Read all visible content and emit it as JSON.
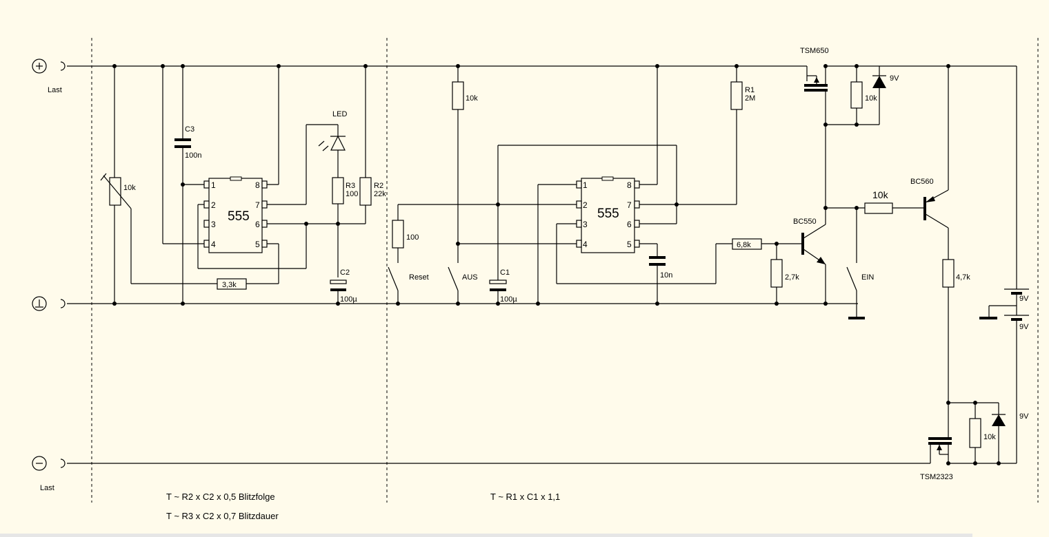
{
  "rails": {
    "plus_symbol": "+",
    "ground_symbol": "⊥",
    "minus_symbol": "−",
    "last_top": "Last",
    "last_bottom": "Last"
  },
  "ic1": {
    "name": "555",
    "pins": [
      "1",
      "2",
      "3",
      "4",
      "5",
      "6",
      "7",
      "8"
    ]
  },
  "ic2": {
    "name": "555",
    "pins": [
      "1",
      "2",
      "3",
      "4",
      "5",
      "6",
      "7",
      "8"
    ]
  },
  "components": {
    "pot": "10k",
    "c3_name": "C3",
    "c3_value": "100n",
    "led": "LED",
    "r3_name": "R3",
    "r3_value": "100",
    "r2_name": "R2",
    "r2_value": "22k",
    "r_33": "3,3k",
    "c2_name": "C2",
    "c2_value": "100µ",
    "r_10k_a": "10k",
    "r_100": "100",
    "reset": "Reset",
    "aus": "AUS",
    "c1_name": "C1",
    "c1_value": "100µ",
    "c_10n": "10n",
    "r1_name": "R1",
    "r1_value": "2M",
    "tsm650": "TSM650",
    "r_10k_b": "10k",
    "z_9v_a": "9V",
    "bc550": "BC550",
    "r_68": "6,8k",
    "r_27": "2,7k",
    "ein": "EIN",
    "r_10k_c": "10k",
    "bc560": "BC560",
    "r_47": "4,7k",
    "batt_9v_a": "9V",
    "batt_9v_b": "9V",
    "z_9v_b": "9V",
    "r_10k_d": "10k",
    "tsm2323": "TSM2323"
  },
  "notes": {
    "left1": "T ~ R2 x C2 x 0,5 Blitzfolge",
    "left2": "T ~ R3 x C2 x 0,7 Blitzdauer",
    "middle": "T ~ R1 x C1 x 1,1"
  }
}
